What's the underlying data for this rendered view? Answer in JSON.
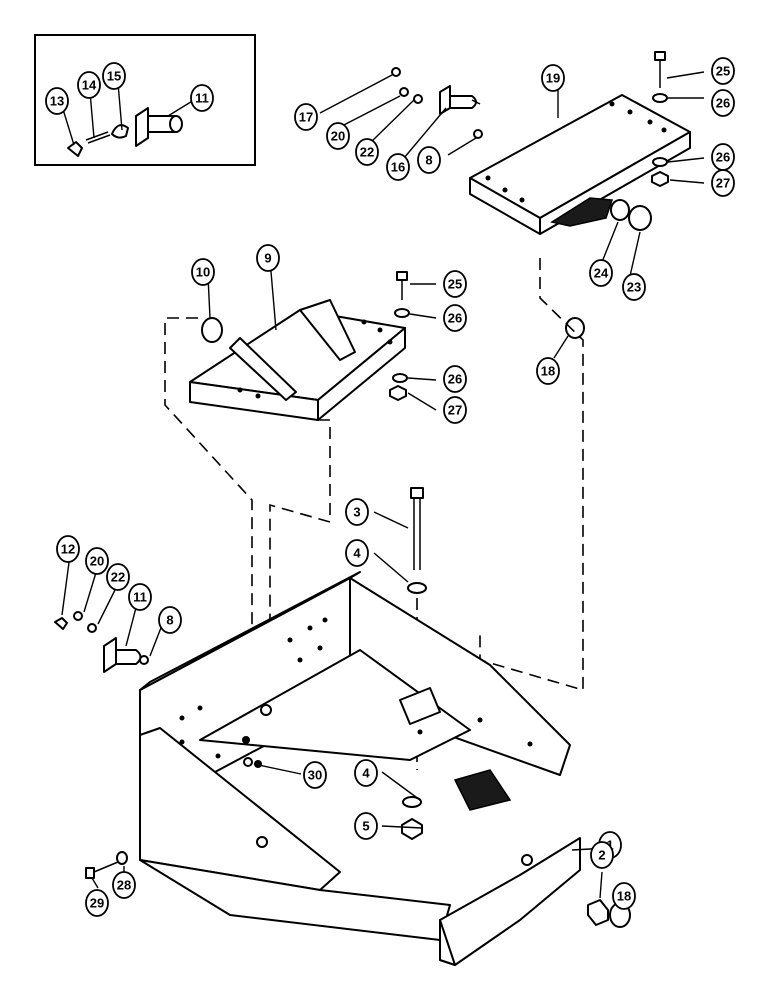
{
  "callouts": [
    {
      "id": "c1",
      "label": "1"
    },
    {
      "id": "c2",
      "label": "2"
    },
    {
      "id": "c3",
      "label": "3"
    },
    {
      "id": "c4a",
      "label": "4"
    },
    {
      "id": "c4b",
      "label": "4"
    },
    {
      "id": "c5",
      "label": "5"
    },
    {
      "id": "c8a",
      "label": "8"
    },
    {
      "id": "c8b",
      "label": "8"
    },
    {
      "id": "c9",
      "label": "9"
    },
    {
      "id": "c10",
      "label": "10"
    },
    {
      "id": "c11a",
      "label": "11"
    },
    {
      "id": "c11b",
      "label": "11"
    },
    {
      "id": "c12",
      "label": "12"
    },
    {
      "id": "c13",
      "label": "13"
    },
    {
      "id": "c14",
      "label": "14"
    },
    {
      "id": "c15",
      "label": "15"
    },
    {
      "id": "c16",
      "label": "16"
    },
    {
      "id": "c17",
      "label": "17"
    },
    {
      "id": "c18a",
      "label": "18"
    },
    {
      "id": "c18b",
      "label": "18"
    },
    {
      "id": "c19",
      "label": "19"
    },
    {
      "id": "c20a",
      "label": "20"
    },
    {
      "id": "c20b",
      "label": "20"
    },
    {
      "id": "c22a",
      "label": "22"
    },
    {
      "id": "c22b",
      "label": "22"
    },
    {
      "id": "c23",
      "label": "23"
    },
    {
      "id": "c24",
      "label": "24"
    },
    {
      "id": "c25a",
      "label": "25"
    },
    {
      "id": "c25b",
      "label": "25"
    },
    {
      "id": "c26a",
      "label": "26"
    },
    {
      "id": "c26b",
      "label": "26"
    },
    {
      "id": "c26c",
      "label": "26"
    },
    {
      "id": "c26d",
      "label": "26"
    },
    {
      "id": "c27a",
      "label": "27"
    },
    {
      "id": "c27b",
      "label": "27"
    },
    {
      "id": "c28",
      "label": "28"
    },
    {
      "id": "c29",
      "label": "29"
    },
    {
      "id": "c30",
      "label": "30"
    }
  ]
}
